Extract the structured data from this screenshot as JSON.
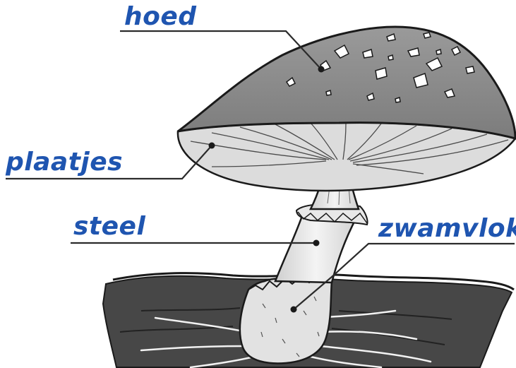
{
  "labels": {
    "hoed": "hoed",
    "plaatjes": "plaatjes",
    "steel": "steel",
    "zwamvlok": "zwamvlok"
  },
  "colors": {
    "label_text": "#1f55b0",
    "label_line": "#2b2b2b",
    "cap_fill": "#8e8e8e",
    "cap_underside": "#d9d9d9",
    "stem_fill": "#e6e6e6",
    "soil_fill": "#3e3e3e",
    "outline": "#1a1a1a"
  }
}
